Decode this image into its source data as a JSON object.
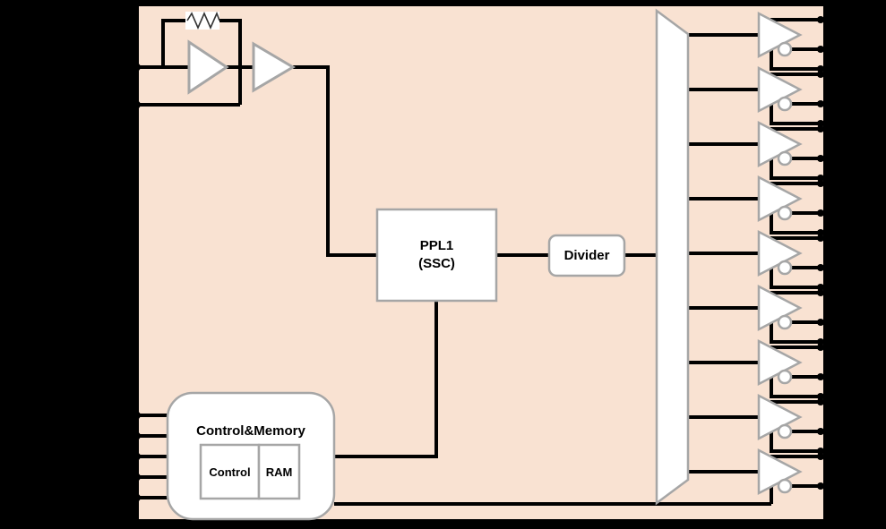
{
  "chip": {
    "background": "#000000",
    "fill": "#F9E2D2",
    "wire_color": "#000000",
    "outline_color": "#000000",
    "shape_stroke": "#A6A6A6"
  },
  "blocks": {
    "pll": {
      "line1": "PPL1",
      "line2": "(SSC)"
    },
    "divider": {
      "label": "Divider"
    },
    "control_memory": {
      "title": "Control&Memory",
      "sub": [
        {
          "label": "Control"
        },
        {
          "label": "RAM"
        }
      ]
    }
  },
  "pins": {
    "crystal_inputs": 2,
    "control_inputs": 5,
    "output_buffers": 9
  },
  "icons": {
    "resistor": "resistor-icon",
    "oscillator_amp": "oscillator-amp-icon",
    "buffer_amp": "buffer-amp-icon",
    "mux": "mux-icon",
    "output_buffer": "output-buffer-icon",
    "inverter_bubble": "inverter-bubble-icon"
  }
}
